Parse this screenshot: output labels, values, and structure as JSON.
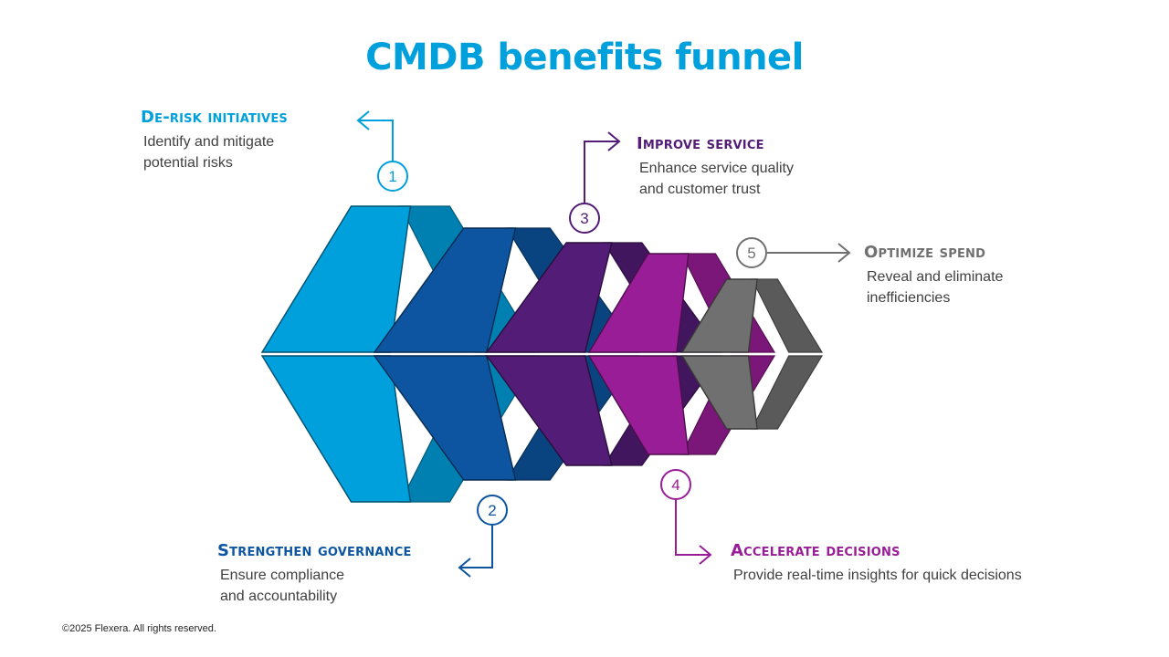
{
  "title": "CMDB benefits funnel",
  "colors": {
    "title": "#00a0dd",
    "step1": "#00a0dd",
    "step2": "#0d55a0",
    "step3": "#531c76",
    "step4": "#981d97",
    "step5": "#707070",
    "body_text": "#404040"
  },
  "steps": [
    {
      "number": "1",
      "heading": "De-risk initiatives",
      "body_lines": [
        "Identify and mitigate",
        "potential risks"
      ]
    },
    {
      "number": "2",
      "heading": "Strengthen governance",
      "body_lines": [
        "Ensure compliance",
        "and accountability"
      ]
    },
    {
      "number": "3",
      "heading": "Improve service",
      "body_lines": [
        "Enhance service quality",
        "and customer trust"
      ]
    },
    {
      "number": "4",
      "heading": "Accelerate decisions",
      "body_lines": [
        "Provide real-time insights for quick decisions"
      ]
    },
    {
      "number": "5",
      "heading": "Optimize spend",
      "body_lines": [
        "Reveal and eliminate",
        "inefficiencies"
      ]
    }
  ],
  "footer": "©2025 Flexera. All rights reserved."
}
